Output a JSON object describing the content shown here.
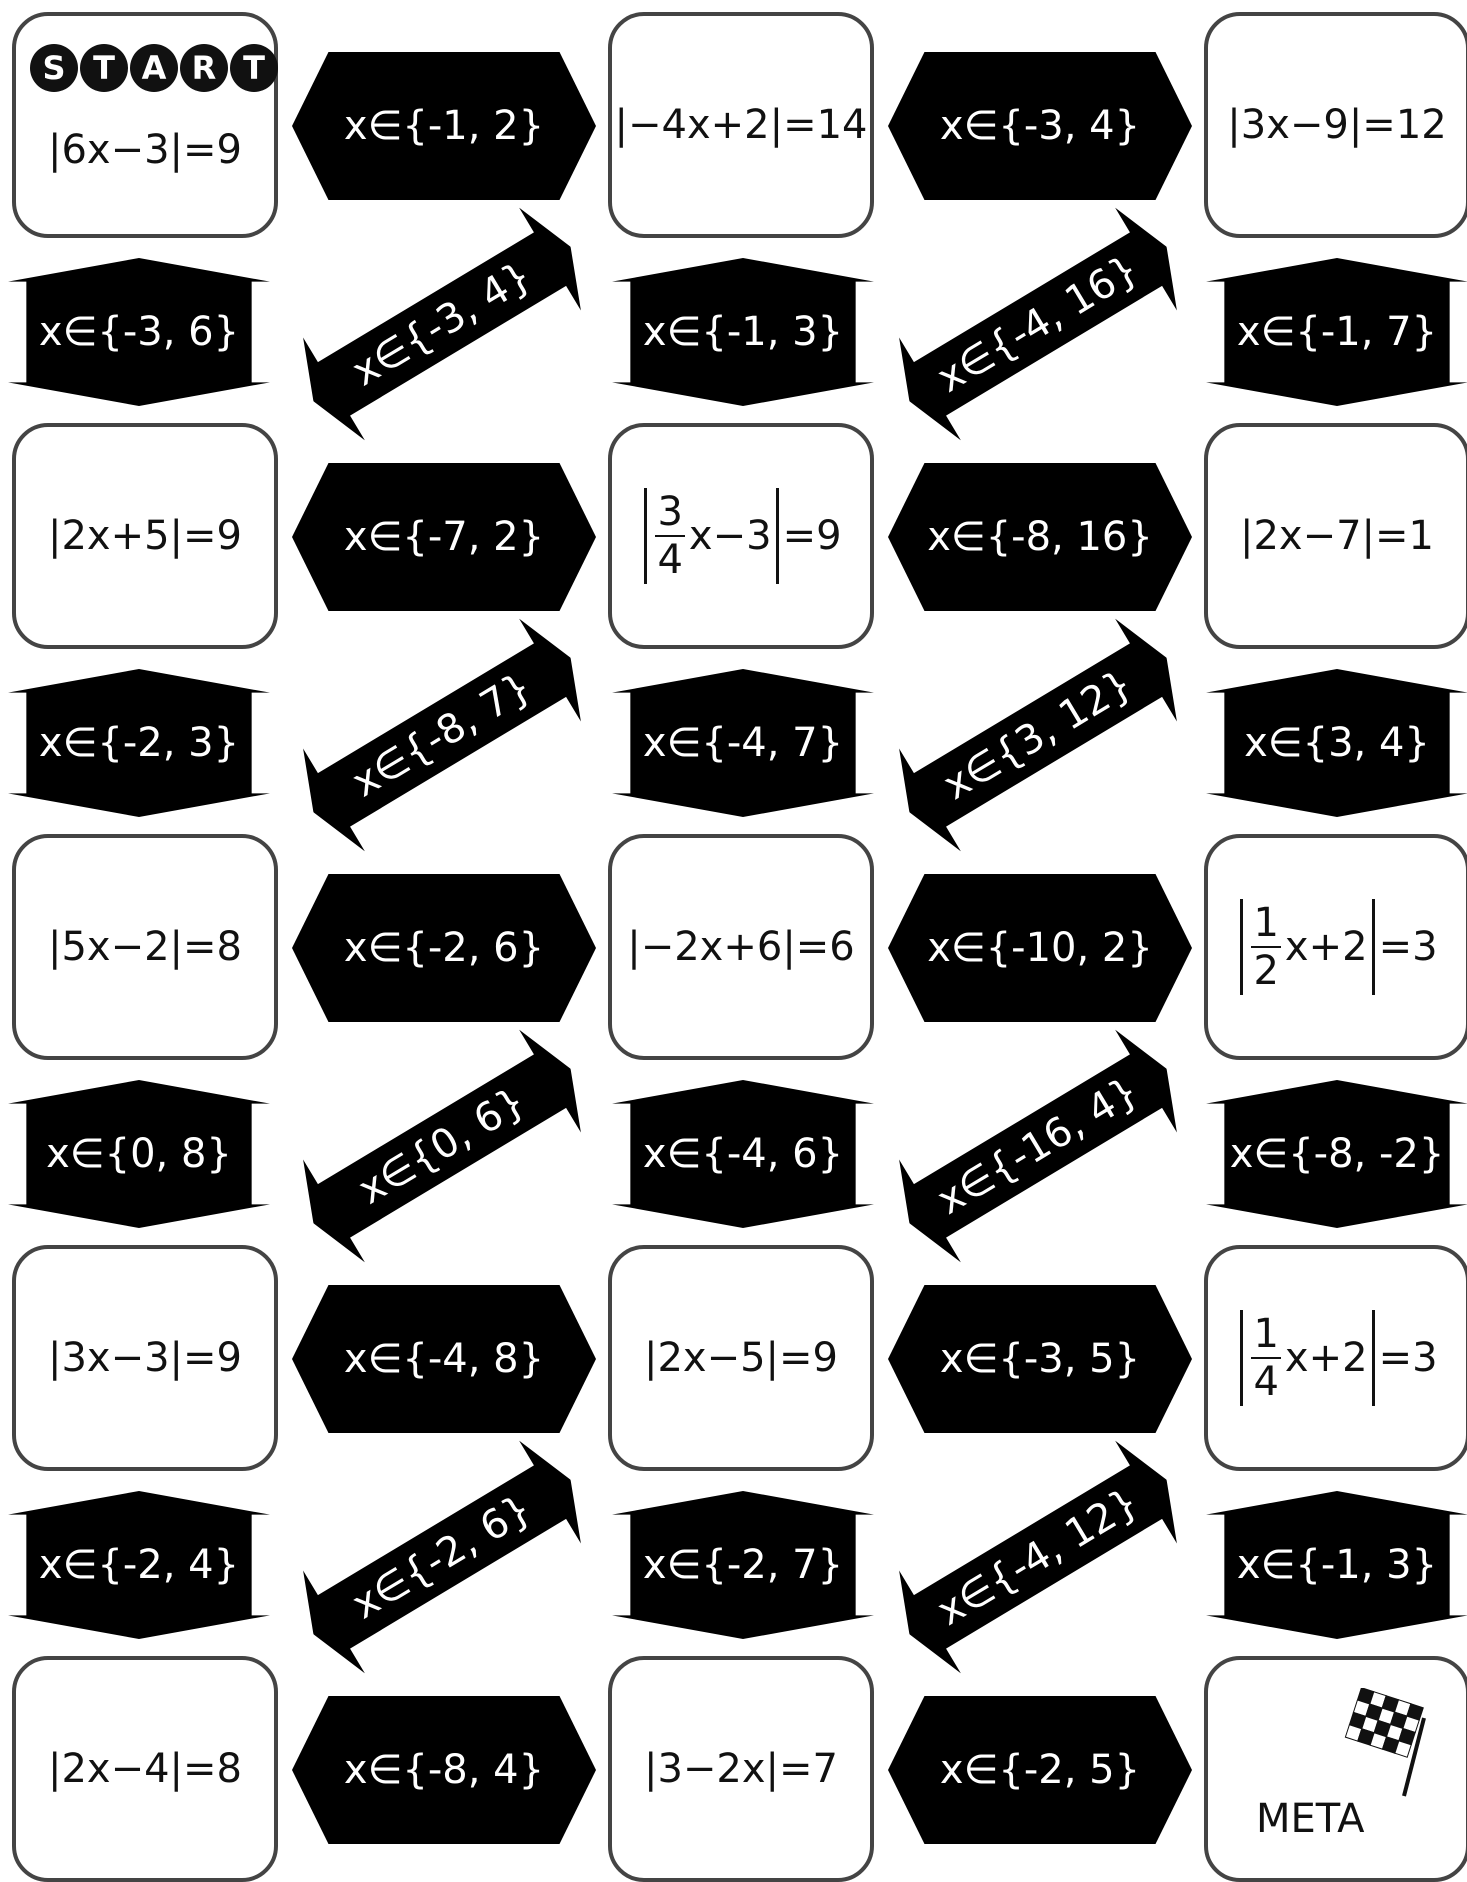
{
  "start_label": [
    "S",
    "T",
    "A",
    "R",
    "T"
  ],
  "meta_label": "META",
  "cards": [
    {
      "text": "|6x−3|=9"
    },
    {
      "text": "|−4x+2|=14"
    },
    {
      "text": "|3x−9|=12"
    },
    {
      "text": "|2x+5|=9"
    },
    {
      "frac": {
        "num": "3",
        "den": "4",
        "rest": "x−3",
        "rhs": "=9"
      }
    },
    {
      "text": "|2x−7|=1"
    },
    {
      "text": "|5x−2|=8"
    },
    {
      "text": "|−2x+6|=6"
    },
    {
      "frac": {
        "num": "1",
        "den": "2",
        "rest": "x+2",
        "rhs": "=3"
      }
    },
    {
      "text": "|3x−3|=9"
    },
    {
      "text": "|2x−5|=9"
    },
    {
      "frac": {
        "num": "1",
        "den": "4",
        "rest": "x+2",
        "rhs": "=3"
      }
    },
    {
      "text": "|2x−4|=8"
    },
    {
      "text": "|3−2x|=7"
    },
    {
      "text": ""
    }
  ],
  "horizontal_arrows": [
    "x∈{-1, 2}",
    "x∈{-3, 4}",
    "x∈{-7, 2}",
    "x∈{-8, 16}",
    "x∈{-2, 6}",
    "x∈{-10, 2}",
    "x∈{-4, 8}",
    "x∈{-3, 5}",
    "x∈{-8, 4}",
    "x∈{-2, 5}"
  ],
  "vertical_arrows": [
    "x∈{-3, 6}",
    "x∈{-1, 3}",
    "x∈{-1, 7}",
    "x∈{-2, 3}",
    "x∈{-4, 7}",
    "x∈{3, 4}",
    "x∈{0, 8}",
    "x∈{-4, 6}",
    "x∈{-8, -2}",
    "x∈{-2, 4}",
    "x∈{-2, 7}",
    "x∈{-1, 3}"
  ],
  "diagonal_arrows": [
    "x∈{-3, 4}",
    "x∈{-4, 16}",
    "x∈{-8, 7}",
    "x∈{3, 12}",
    "x∈{0, 6}",
    "x∈{-16, 4}",
    "x∈{-2, 6}",
    "x∈{-4, 12}"
  ]
}
